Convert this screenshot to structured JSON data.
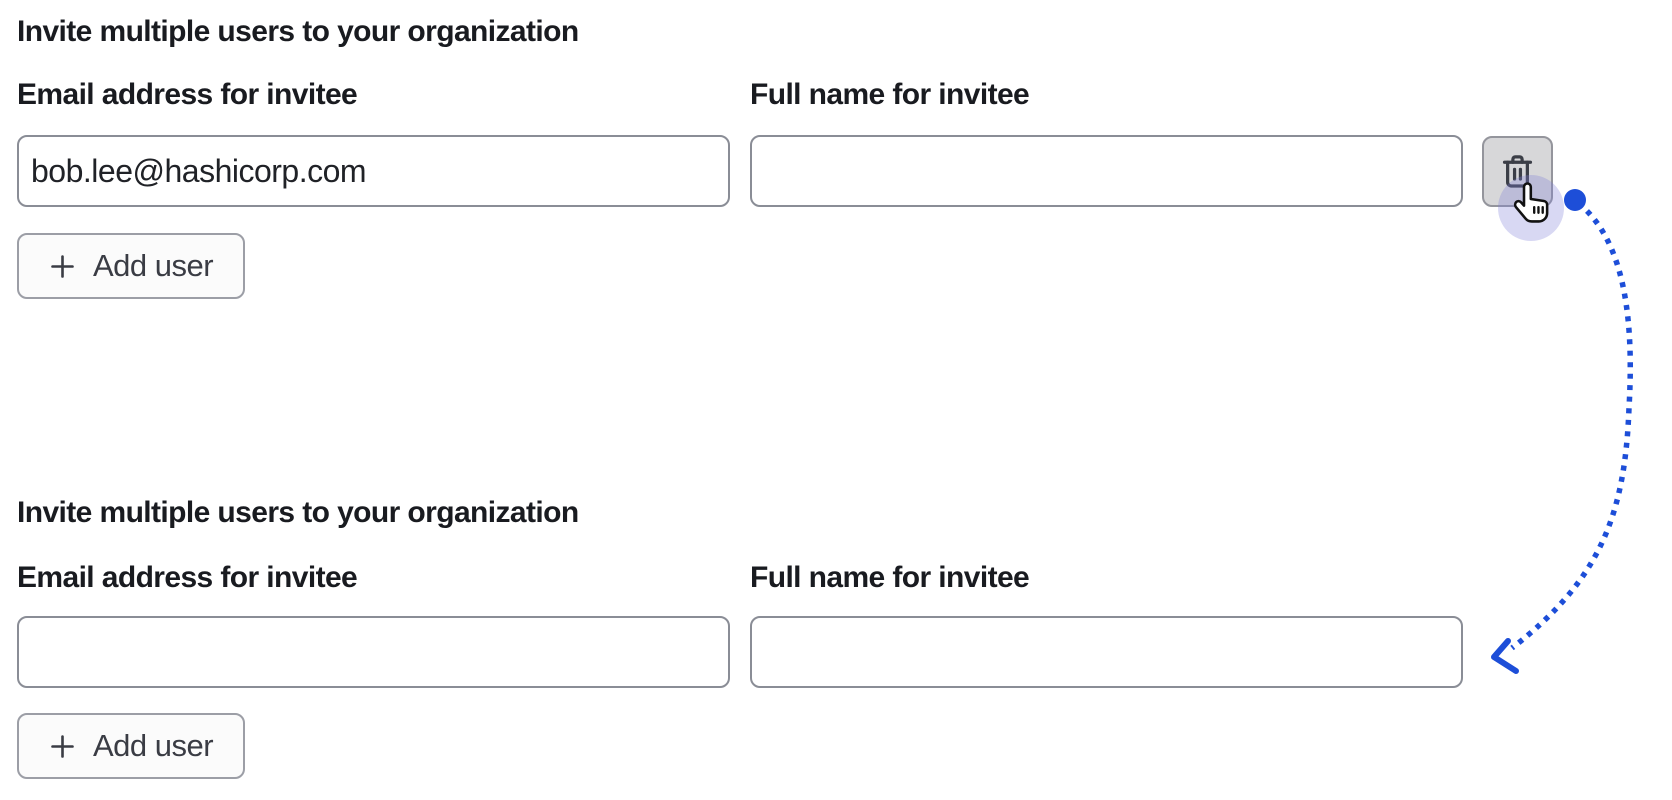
{
  "sections": [
    {
      "heading": "Invite multiple users to your organization",
      "email_label": "Email address for invitee",
      "email_value": "bob.lee@hashicorp.com",
      "name_label": "Full name for invitee",
      "name_value": "",
      "add_user_label": "Add user"
    },
    {
      "heading": "Invite multiple users to your organization",
      "email_label": "Email address for invitee",
      "email_value": "",
      "name_label": "Full name for invitee",
      "name_value": "",
      "add_user_label": "Add user"
    }
  ],
  "icons": {
    "add_user": "plus-icon",
    "delete_row": "trash-icon",
    "annotation_cursor": "hand-pointer-icon"
  },
  "annotation": {
    "type": "click-result-arrow",
    "arrow_color": "#1d4ed8",
    "dot_color": "#1d4ed8",
    "halo_color": "rgba(126,126,214,0.30)"
  },
  "colors": {
    "text_primary": "#191b20",
    "input_border": "#8a8d96",
    "button_border": "#9c9ea6",
    "button_background": "#fbfbfb",
    "button_text": "#3a3c44",
    "delete_button_background": "#d7d7d9",
    "delete_button_border": "#94959c",
    "trash_icon_color": "#3b3e47"
  }
}
